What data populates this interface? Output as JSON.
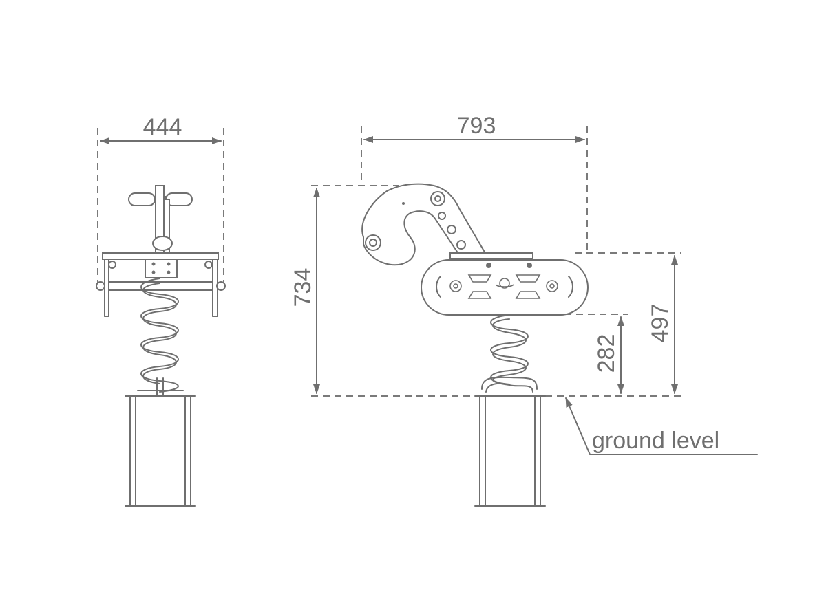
{
  "dimensions": {
    "front_width": "444",
    "side_length": "793",
    "total_height": "734",
    "seat_height": "497",
    "spring_height": "282"
  },
  "labels": {
    "ground_level": "ground level"
  }
}
